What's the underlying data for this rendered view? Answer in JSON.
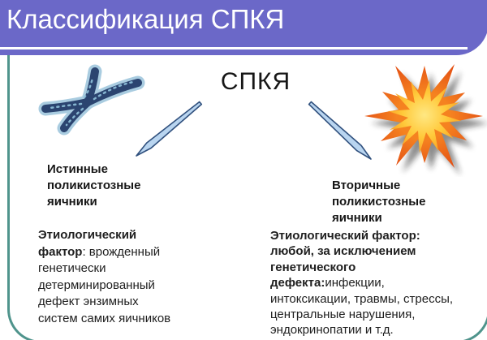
{
  "slide": {
    "title": "Классификация СПКЯ",
    "center_label": "СПКЯ",
    "left_branch": {
      "heading_lines": [
        "Истинные",
        "поликистозные",
        "яичники"
      ],
      "body_lines": [
        {
          "bold": "Этиологический",
          "rest": ""
        },
        {
          "bold": "фактор",
          "rest": ": врожденный"
        },
        {
          "bold": "",
          "rest": "генетически"
        },
        {
          "bold": "",
          "rest": "детерминированный"
        },
        {
          "bold": "",
          "rest": "дефект энзимных"
        },
        {
          "bold": "",
          "rest": "систем самих яичников"
        }
      ]
    },
    "right_branch": {
      "heading_lines": [
        "Вторичные",
        "поликистозные",
        "яичники"
      ],
      "body_lines": [
        {
          "bold": "Этиологический фактор:",
          "rest": ""
        },
        {
          "bold": "любой, за исключением",
          "rest": ""
        },
        {
          "bold": "генетического",
          "rest": ""
        },
        {
          "bold": "дефекта:",
          "rest": "инфекции,"
        },
        {
          "bold": "",
          "rest": "интоксикации, травмы, стрессы,"
        },
        {
          "bold": "",
          "rest": "центральные нарушения,"
        },
        {
          "bold": "",
          "rest": "эндокринопатии и т.д."
        }
      ]
    },
    "icons": {
      "chromosome": "chromosome-image",
      "starburst": "explosion-starburst-image",
      "arrow_left": "arrow-down-left-icon",
      "arrow_right": "arrow-down-right-icon"
    },
    "colors": {
      "banner_purple": "#6B68C8",
      "banner_line": "#FFFFFF",
      "title_text": "#FFFFFF",
      "frame_teal": "#4F948C",
      "body_text": "#202020",
      "arrow_fill": "#B9D5F0",
      "arrow_stroke": "#31517E",
      "burst_inner": "#FFE883",
      "burst_mid": "#F6941E",
      "burst_outer": "#DD3E10",
      "chromosome_dark": "#2B4470",
      "chromosome_light": "#A9CCE0"
    }
  }
}
